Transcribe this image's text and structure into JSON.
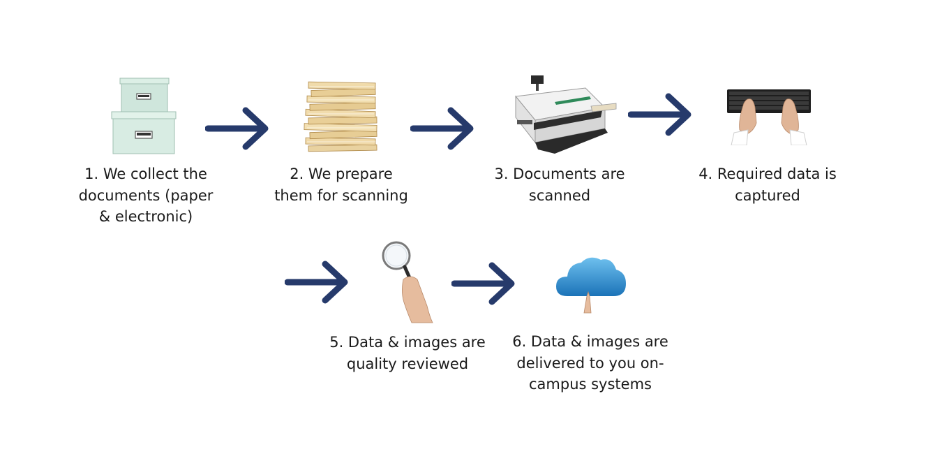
{
  "diagram": {
    "steps": [
      {
        "label": "1.  We collect the\ndocuments (paper\n& electronic)",
        "icon": "file-boxes-icon"
      },
      {
        "label": "2. We prepare\nthem for scanning",
        "icon": "paper-stack-icon"
      },
      {
        "label": "3. Documents are\nscanned",
        "icon": "scanner-machine-icon"
      },
      {
        "label": "4. Required data is\ncaptured",
        "icon": "keyboard-typing-icon"
      },
      {
        "label": "5. Data & images are\nquality reviewed",
        "icon": "magnifying-glass-icon"
      },
      {
        "label": "6. Data & images are\ndelivered to you on-\ncampus systems",
        "icon": "cloud-icon"
      }
    ],
    "arrow_color": "#263a6b"
  }
}
